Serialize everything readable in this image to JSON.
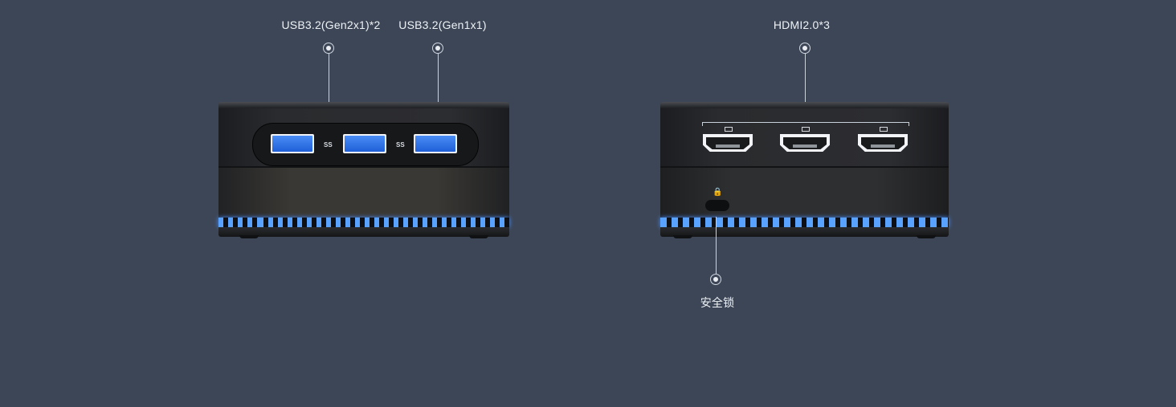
{
  "labels": {
    "usb_gen2": "USB3.2(Gen2x1)*2",
    "usb_gen1": "USB3.2(Gen1x1)",
    "hdmi": "HDMI2.0*3",
    "security_lock": "安全锁"
  },
  "icons": {
    "superspeed_usb": "SS",
    "lock": "🔒"
  },
  "colors": {
    "background": "#3d4656",
    "usb_port": "#2f74e8",
    "light_bar": "#5aa2ff"
  }
}
